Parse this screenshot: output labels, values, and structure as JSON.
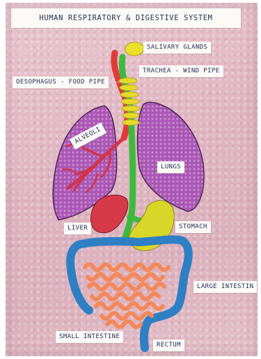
{
  "title": "HUMAN RESPIRATORY & DIGESTIVE SYSTEM",
  "labels": {
    "salivary_glands": "SALIVARY GLANDS",
    "trachea": "TRACHEA - WIND PIPE",
    "oesophagus": "OESOPHAGUS - FOOD PIPE",
    "alveoli": "ALVEOLI",
    "lungs": "LUNGS",
    "liver": "LIVER",
    "stomach": "STOMACH",
    "large_intestine": "LARGE INTESTIN",
    "small_intestine": "SMALL INTESTINE",
    "rectum": "RECTUM"
  },
  "colors": {
    "board": "#dfb5c1",
    "lungs": "#b160b8",
    "trachea": "#e03a3a",
    "oesophagus": "#3dba3d",
    "salivary": "#e8e02a",
    "liver": "#d63a48",
    "stomach": "#d9d62a",
    "large_intestine": "#2e7fc4",
    "small_intestine": "#f4885a",
    "label_text": "#23305a"
  }
}
